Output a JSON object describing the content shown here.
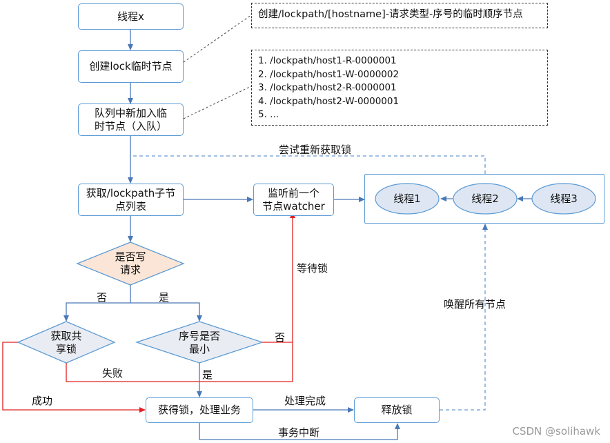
{
  "nodes": {
    "thread_x": "线程x",
    "create_lock": "创建lock临时节点",
    "enqueue_line1": "队列中新加入临",
    "enqueue_line2": "时节点（入队）",
    "get_children_line1": "获取/lockpath子节",
    "get_children_line2": "点列表",
    "watch_line1": "监听前一个",
    "watch_line2": "节点watcher",
    "is_write_line1": "是否写",
    "is_write_line2": "请求",
    "get_shared_line1": "获取共",
    "get_shared_line2": "享锁",
    "seq_min_line1": "序号是否",
    "seq_min_line2": "最小",
    "acquired": "获得锁，处理业务",
    "release": "释放锁"
  },
  "notes": {
    "create_note": "创建/lockpath/[hostname]-请求类型-序号的临时顺序节点",
    "queue_items": [
      "1. /lockpath/host1-R-0000001",
      "2. /lockpath/host1-W-0000002",
      "3. /lockpath/host2-R-0000001",
      "4. /lockpath/host2-W-0000001",
      "5. ..."
    ]
  },
  "threads": [
    "线程1",
    "线程2",
    "线程3"
  ],
  "edge_labels": {
    "retry": "尝试重新获取锁",
    "wait": "等待锁",
    "no_write": "否",
    "yes_write": "是",
    "no_min": "否",
    "yes_min": "是",
    "fail": "失败",
    "success": "成功",
    "done": "处理完成",
    "interrupt": "事务中断",
    "wake_all": "唤醒所有节点"
  },
  "watermark": "CSDN @solihawk",
  "colors": {
    "node_border": "#5b9bd5",
    "arrow_blue": "#4a78b8",
    "arrow_red": "#e02020",
    "decision_fill": "#fbe5d6",
    "decision_border": "#5b9bd5",
    "decision_shared_fill": "#e9ecf2",
    "thread_fill": "#dde6f2",
    "dashed_note_border": "#333333"
  }
}
